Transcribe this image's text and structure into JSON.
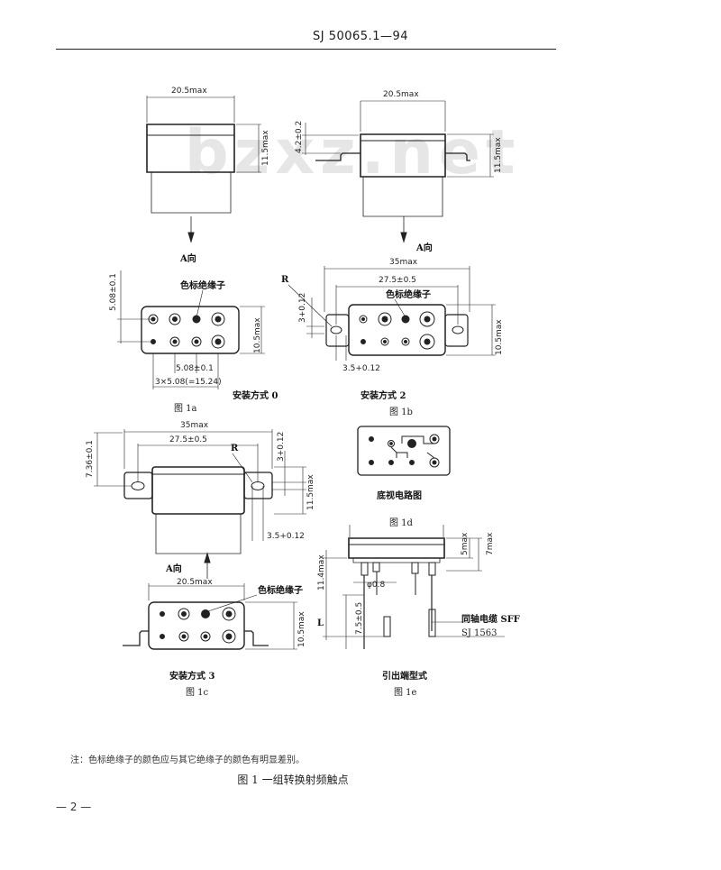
{
  "header": {
    "standard_code": "SJ 50065.1—94"
  },
  "watermark": "bzxz.net",
  "fig1a": {
    "dim_width": "20.5max",
    "dim_height": "11.5max",
    "view_arrow": "A向",
    "dim_pin_v": "5.08±0.1",
    "color_insulator": "色标绝缘子",
    "dim_pin_h": "5.08±0.1",
    "dim_total": "3×5.08(=15.24)",
    "dim_h2": "10.5max",
    "mount_label": "安装方式 0",
    "caption": "图 1a"
  },
  "fig1b": {
    "dim_width": "20.5max",
    "dim_flange": "4.2±0.2",
    "dim_height": "11.5max",
    "view_arrow": "A向",
    "dim_overall": "35max",
    "dim_holes": "27.5±0.5",
    "radius": "R",
    "color_insulator": "色标绝缘子",
    "dim_slot": "3+0.12",
    "dim_slot2": "3.5+0.12",
    "dim_h2": "10.5max",
    "mount_label": "安装方式 2",
    "caption": "图 1b"
  },
  "fig1c": {
    "dim_overall": "35max",
    "dim_holes": "27.5±0.5",
    "radius": "R",
    "dim_left": "7.36±0.1",
    "dim_slot": "3+0.12",
    "dim_height": "11.5max",
    "dim_slot2": "3.5+0.12",
    "view_arrow": "A向",
    "dim_width": "20.5max",
    "color_insulator": "色标绝缘子",
    "dim_h2": "10.5max",
    "mount_label": "安装方式 3",
    "caption": "图 1c"
  },
  "fig1d": {
    "circuit_label": "底视电路图",
    "caption": "图 1d"
  },
  "fig1e": {
    "dim_top": "5max",
    "dim_top2": "7max",
    "dim_total": "11.4max",
    "dim_dia": "φ0.8",
    "dim_pin": "7.5±0.5",
    "dim_L": "L",
    "coax_label": "同轴电缆 SFF",
    "coax_std": "SJ 1563",
    "mount_label": "引出端型式",
    "caption": "图 1e"
  },
  "note": "注：色标绝缘子的颜色应与其它绝缘子的颜色有明显差别。",
  "figure_title": "图 1  一组转换射频触点",
  "page_number": "— 2 —"
}
